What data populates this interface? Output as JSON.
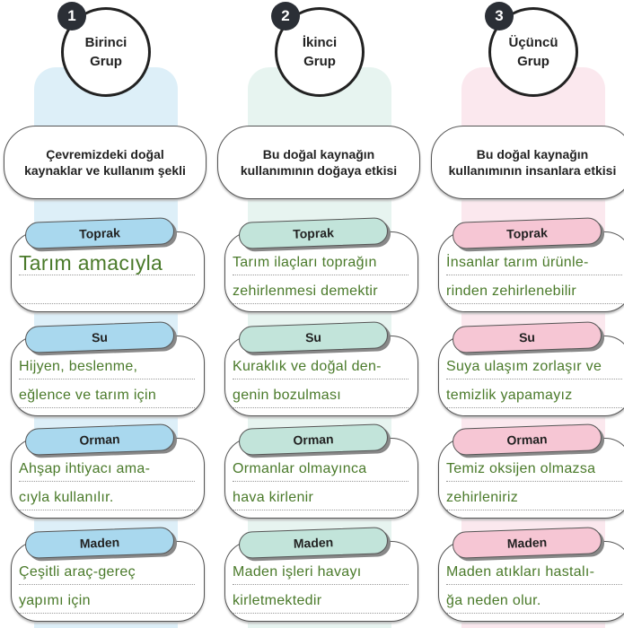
{
  "colors": {
    "blue": "#a9d8ee",
    "green": "#c2e4da",
    "pink": "#f6c6d4",
    "text": "#4a7a2a"
  },
  "groups": [
    {
      "number": "1",
      "name": "Birinci\nGrup",
      "header": "Çevremizdeki doğal kaynaklar ve kullanım şekli",
      "cards": [
        {
          "tab": "Toprak",
          "lines": [
            "Tarım amacıyla",
            ""
          ]
        },
        {
          "tab": "Su",
          "lines": [
            "Hijyen, beslenme,",
            "eğlence ve tarım için"
          ]
        },
        {
          "tab": "Orman",
          "lines": [
            "Ahşap ihtiyacı ama-",
            "cıyla kullanılır."
          ]
        },
        {
          "tab": "Maden",
          "lines": [
            "Çeşitli araç-gereç",
            "yapımı için"
          ]
        }
      ]
    },
    {
      "number": "2",
      "name": "İkinci\nGrup",
      "header": "Bu doğal kaynağın kullanımının doğaya etkisi",
      "cards": [
        {
          "tab": "Toprak",
          "lines": [
            "Tarım ilaçları toprağın",
            "zehirlenmesi demektir"
          ]
        },
        {
          "tab": "Su",
          "lines": [
            " Kuraklık ve doğal den-",
            "genin bozulması"
          ]
        },
        {
          "tab": "Orman",
          "lines": [
            "Ormanlar olmayınca",
            "hava kirlenir"
          ]
        },
        {
          "tab": "Maden",
          "lines": [
            "Maden işleri havayı",
            "kirletmektedir"
          ]
        }
      ]
    },
    {
      "number": "3",
      "name": "Üçüncü\nGrup",
      "header": "Bu doğal kaynağın kullanımının insanlara etkisi",
      "cards": [
        {
          "tab": "Toprak",
          "lines": [
            "İnsanlar tarım ürünle-",
            "rinden zehirlenebilir"
          ]
        },
        {
          "tab": "Su",
          "lines": [
            "Suya ulaşım zorlaşır ve",
            "temizlik yapamayız"
          ]
        },
        {
          "tab": "Orman",
          "lines": [
            "Temiz oksijen olmazsa",
            "zehirleniriz"
          ]
        },
        {
          "tab": "Maden",
          "lines": [
            "Maden atıkları hastalı-",
            "ğa neden olur."
          ]
        }
      ]
    }
  ]
}
